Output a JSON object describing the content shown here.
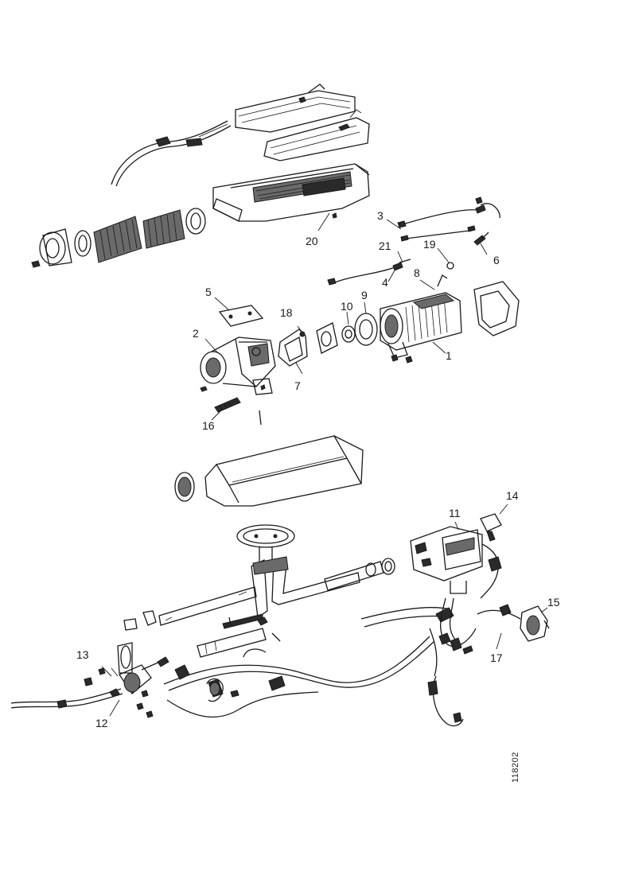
{
  "callouts": [
    {
      "id": "c1",
      "label": "1"
    },
    {
      "id": "c2",
      "label": "2"
    },
    {
      "id": "c3",
      "label": "3"
    },
    {
      "id": "c4",
      "label": "4"
    },
    {
      "id": "c5",
      "label": "5"
    },
    {
      "id": "c6",
      "label": "6"
    },
    {
      "id": "c7",
      "label": "7"
    },
    {
      "id": "c8",
      "label": "8"
    },
    {
      "id": "c9",
      "label": "9"
    },
    {
      "id": "c10",
      "label": "10"
    },
    {
      "id": "c11",
      "label": "11"
    },
    {
      "id": "c12",
      "label": "12"
    },
    {
      "id": "c13",
      "label": "13"
    },
    {
      "id": "c14",
      "label": "14"
    },
    {
      "id": "c15",
      "label": "15"
    },
    {
      "id": "c16",
      "label": "16"
    },
    {
      "id": "c17",
      "label": "17"
    },
    {
      "id": "c18",
      "label": "18"
    },
    {
      "id": "c19",
      "label": "19"
    },
    {
      "id": "c20",
      "label": "20"
    },
    {
      "id": "c21",
      "label": "21"
    }
  ],
  "doc_ref": "118202"
}
